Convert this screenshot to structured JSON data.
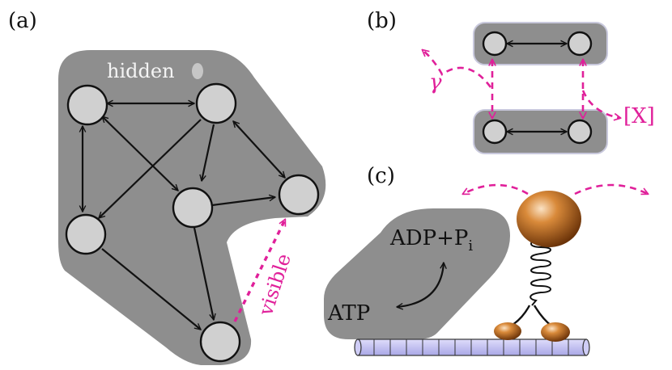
{
  "panels": {
    "a": {
      "label": "(a)",
      "hidden_label": "hidden",
      "visible_label": "visible"
    },
    "b": {
      "label": "(b)",
      "gamma_label": "γ",
      "x_label": "[X]"
    },
    "c": {
      "label": "(c)",
      "adp_label": "ADP+P",
      "adp_sub": "i",
      "atp_label": "ATP"
    }
  },
  "colors": {
    "region": "#8e8e8e",
    "node": "#d0d0d0",
    "edge": "#111111",
    "magenta": "#e0209a",
    "motor": "#b9651b",
    "microtubule": "#c4c4f2"
  }
}
